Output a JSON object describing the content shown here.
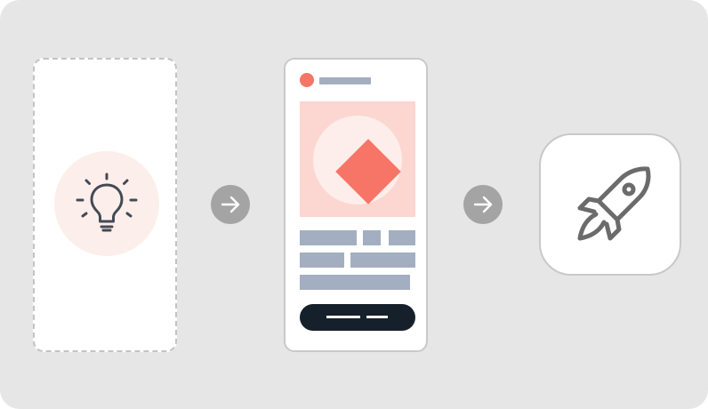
{
  "diagram": {
    "stages": [
      {
        "id": "idea",
        "icon": "lightbulb-icon"
      },
      {
        "id": "design",
        "icon": "phone-mockup"
      },
      {
        "id": "launch",
        "icon": "rocket-icon"
      }
    ],
    "connectors": [
      "arrow-right-icon",
      "arrow-right-icon"
    ]
  },
  "colors": {
    "background": "#e6e6e6",
    "card": "#ffffff",
    "accent": "#f77566",
    "accent_light": "#fcd6d0",
    "placeholder": "#a3afc0",
    "button_dark": "#16202b",
    "arrow": "#a4a4a4",
    "icon_stroke": "#444a55"
  }
}
